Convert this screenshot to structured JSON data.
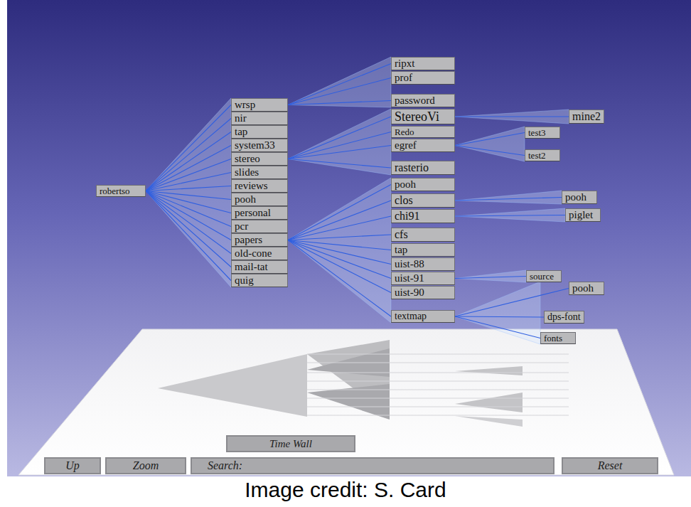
{
  "diagram": {
    "caption": "Image credit: S. Card",
    "nodes": [
      {
        "text": [
          "robertso"
        ]
      },
      {
        "text": [
          "wrsp"
        ]
      },
      {
        "text": [
          "nir"
        ]
      },
      {
        "text": [
          "tap"
        ]
      },
      {
        "text": [
          "system33"
        ]
      },
      {
        "text": [
          "stereo"
        ]
      },
      {
        "text": [
          "slides"
        ]
      },
      {
        "text": [
          "reviews"
        ]
      },
      {
        "text": [
          "pooh"
        ]
      },
      {
        "text": [
          "personal"
        ]
      },
      {
        "text": [
          "pcr"
        ]
      },
      {
        "text": [
          "papers"
        ]
      },
      {
        "text": [
          "old-cone"
        ]
      },
      {
        "text": [
          "mail-tat"
        ]
      },
      {
        "text": [
          "quig"
        ]
      },
      {
        "text": [
          "ripxt"
        ]
      },
      {
        "text": [
          "prof"
        ]
      },
      {
        "text": [
          "password"
        ]
      },
      {
        "text": [
          "StereoVi"
        ]
      },
      {
        "text": [
          "Redo"
        ]
      },
      {
        "text": [
          "egref"
        ]
      },
      {
        "text": [
          "rasterio"
        ]
      },
      {
        "text": [
          "pooh"
        ]
      },
      {
        "text": [
          "clos"
        ]
      },
      {
        "text": [
          "chi91"
        ]
      },
      {
        "text": [
          "cfs"
        ]
      },
      {
        "text": [
          "tap"
        ]
      },
      {
        "text": [
          "uist-88"
        ]
      },
      {
        "text": [
          "uist-91"
        ]
      },
      {
        "text": [
          "uist-90"
        ]
      },
      {
        "text": [
          "textmap"
        ]
      },
      {
        "text": [
          "test3"
        ]
      },
      {
        "text": [
          "mine2"
        ]
      },
      {
        "text": [
          "test2"
        ]
      },
      {
        "text": [
          "pooh"
        ]
      },
      {
        "text": [
          "piglet"
        ]
      },
      {
        "text": [
          "source"
        ]
      },
      {
        "text": [
          "pooh"
        ]
      },
      {
        "text": [
          "dps-font"
        ]
      },
      {
        "text": [
          "fonts"
        ]
      },
      {
        "text": [
          "Time Wall"
        ]
      },
      {
        "text": [
          "Up"
        ]
      },
      {
        "text": [
          "Zoom"
        ]
      },
      {
        "text": [
          "Search:"
        ]
      },
      {
        "text": [
          "Reset"
        ]
      }
    ],
    "edges": [
      {
        "from": 0,
        "to": 1,
        "arrow": "none"
      },
      {
        "from": 0,
        "to": 2,
        "arrow": "none"
      },
      {
        "from": 0,
        "to": 3,
        "arrow": "none"
      },
      {
        "from": 0,
        "to": 4,
        "arrow": "none"
      },
      {
        "from": 0,
        "to": 5,
        "arrow": "none"
      },
      {
        "from": 0,
        "to": 6,
        "arrow": "none"
      },
      {
        "from": 0,
        "to": 7,
        "arrow": "none"
      },
      {
        "from": 0,
        "to": 8,
        "arrow": "none"
      },
      {
        "from": 0,
        "to": 9,
        "arrow": "none"
      },
      {
        "from": 0,
        "to": 10,
        "arrow": "none"
      },
      {
        "from": 0,
        "to": 11,
        "arrow": "none"
      },
      {
        "from": 0,
        "to": 12,
        "arrow": "none"
      },
      {
        "from": 0,
        "to": 13,
        "arrow": "none"
      },
      {
        "from": 0,
        "to": 14,
        "arrow": "none"
      },
      {
        "from": 1,
        "to": 15,
        "arrow": "none"
      },
      {
        "from": 1,
        "to": 16,
        "arrow": "none"
      },
      {
        "from": 1,
        "to": 17,
        "arrow": "none"
      },
      {
        "from": 5,
        "to": 18,
        "arrow": "none"
      },
      {
        "from": 5,
        "to": 19,
        "arrow": "none"
      },
      {
        "from": 5,
        "to": 20,
        "arrow": "none"
      },
      {
        "from": 5,
        "to": 21,
        "arrow": "none"
      },
      {
        "from": 11,
        "to": 22,
        "arrow": "none"
      },
      {
        "from": 11,
        "to": 23,
        "arrow": "none"
      },
      {
        "from": 11,
        "to": 24,
        "arrow": "none"
      },
      {
        "from": 11,
        "to": 25,
        "arrow": "none"
      },
      {
        "from": 11,
        "to": 26,
        "arrow": "none"
      },
      {
        "from": 11,
        "to": 27,
        "arrow": "none"
      },
      {
        "from": 11,
        "to": 28,
        "arrow": "none"
      },
      {
        "from": 11,
        "to": 29,
        "arrow": "none"
      },
      {
        "from": 11,
        "to": 30,
        "arrow": "none"
      },
      {
        "from": 18,
        "to": 32,
        "arrow": "none"
      },
      {
        "from": 20,
        "to": 31,
        "arrow": "none"
      },
      {
        "from": 20,
        "to": 33,
        "arrow": "none"
      },
      {
        "from": 23,
        "to": 34,
        "arrow": "none"
      },
      {
        "from": 24,
        "to": 35,
        "arrow": "none"
      },
      {
        "from": 28,
        "to": 36,
        "arrow": "none"
      },
      {
        "from": 30,
        "to": 37,
        "arrow": "none"
      },
      {
        "from": 30,
        "to": 38,
        "arrow": "none"
      },
      {
        "from": 30,
        "to": 39,
        "arrow": "none"
      }
    ]
  }
}
